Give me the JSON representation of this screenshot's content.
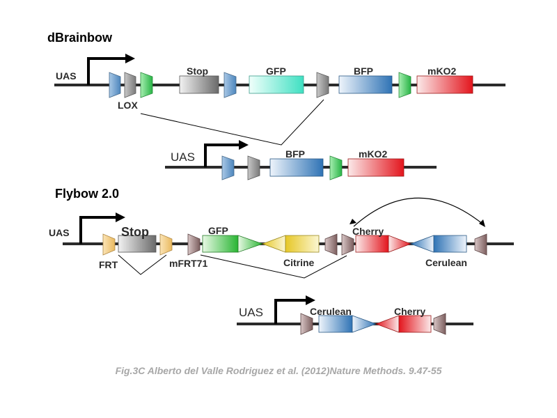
{
  "diagram": {
    "dbrainbow": {
      "title": "dBrainbow",
      "uas": "UAS",
      "lox": "LOX",
      "stop": "Stop",
      "gfp": "GFP",
      "bfp": "BFP",
      "mko2": "mKO2"
    },
    "dbrainbow_product": {
      "uas": "UAS",
      "bfp": "BFP",
      "mko2": "mKO2"
    },
    "flybow": {
      "title": "Flybow 2.0",
      "uas": "UAS",
      "frt": "FRT",
      "stop": "Stop",
      "mfrt71": "mFRT71",
      "gfp": "GFP",
      "citrine": "Citrine",
      "cherry": "Cherry",
      "cerulean": "Cerulean"
    },
    "flybow_product": {
      "uas": "UAS",
      "cerulean": "Cerulean",
      "cherry": "Cherry"
    }
  },
  "colors": {
    "backbone": "#2b2b2b",
    "lox_blue": "#7aa6cf",
    "lox_gray": "#9a9a9a",
    "lox_green": "#3cbf5a",
    "frt": "#f5d08a",
    "mfrt": "#9a8080",
    "caption": "#a7a7a7"
  },
  "caption": "Fig.3C Alberto del Valle Rodriguez et al. (2012)Nature Methods. 9.47-55"
}
